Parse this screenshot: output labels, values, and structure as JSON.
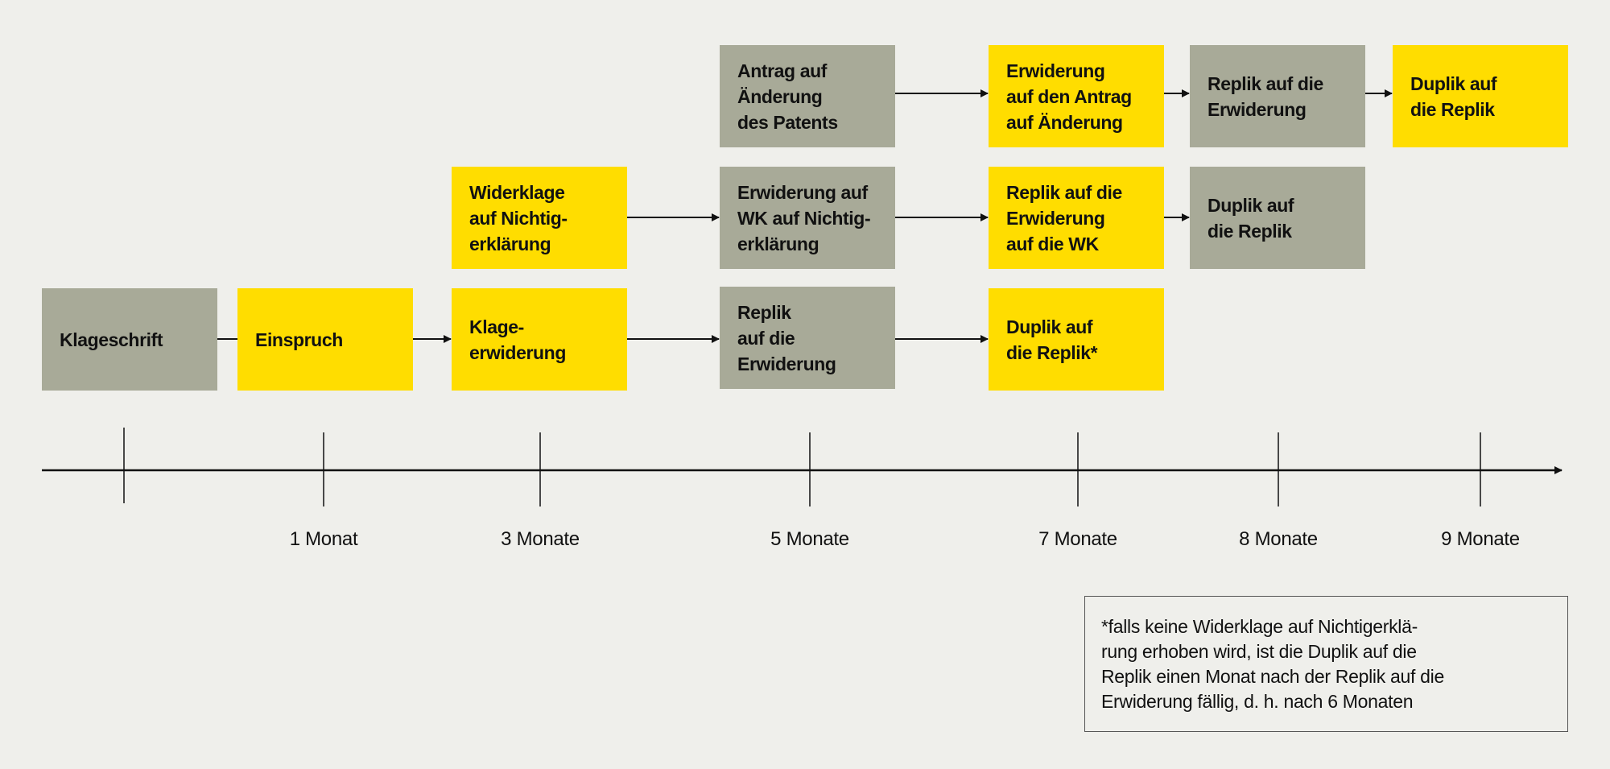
{
  "colors": {
    "yellow": "#ffdd00",
    "grey": "#a8aa98",
    "background": "#efefeb"
  },
  "boxes": {
    "klageschrift": "Klageschrift",
    "einspruch": "Einspruch",
    "klageerwiderung": "Klage-\nerwiderung",
    "replik_erwiderung": "Replik\nauf die\nErwiderung",
    "duplik_replik_star": "Duplik auf\ndie Replik*",
    "widerklage": "Widerklage\nauf Nichtig-\nerklärung",
    "erwiderung_wk": "Erwiderung auf\nWK auf Nichtig-\nerklärung",
    "replik_erwiderung_wk": "Replik auf die\nErwiderung\nauf die WK",
    "duplik_replik_wk": "Duplik auf\ndie Replik",
    "antrag_aenderung": "Antrag auf\nÄnderung\ndes Patents",
    "erwiderung_antrag": "Erwiderung\nauf den Antrag\nauf Änderung",
    "replik_erwiderung_antrag": "Replik auf die\nErwiderung",
    "duplik_replik_antrag": "Duplik auf\ndie Replik"
  },
  "timeline": {
    "labels": [
      "1 Monat",
      "3 Monate",
      "5 Monate",
      "7 Monate",
      "8 Monate",
      "9 Monate"
    ]
  },
  "footnote": "*falls keine Widerklage auf Nichtigerklä-\nrung erhoben wird, ist die Duplik auf die\nReplik einen Monat nach der Replik auf die\nErwiderung fällig, d. h. nach 6 Monaten"
}
